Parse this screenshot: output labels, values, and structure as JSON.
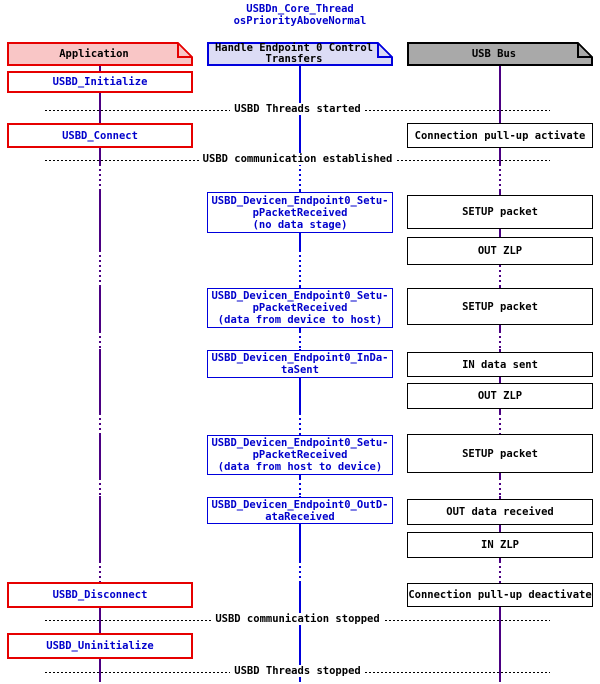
{
  "title": {
    "line1": "USBDn_Core_Thread",
    "line2": "osPriorityAboveNormal"
  },
  "participants": [
    {
      "label": "Application"
    },
    {
      "label": "Handle Endpoint 0 Control\nTransfers"
    },
    {
      "label": "USB Bus"
    }
  ],
  "app_calls": [
    {
      "label": "USBD_Initialize"
    },
    {
      "label": "USBD_Connect"
    },
    {
      "label": "USBD_Disconnect"
    },
    {
      "label": "USBD_Uninitialize"
    }
  ],
  "thread_events": [
    {
      "label": "USBD_Devicen_Endpoint0_Setu-\npPacketReceived\n(no data stage)"
    },
    {
      "label": "USBD_Devicen_Endpoint0_Setu-\npPacketReceived\n(data from device to host)"
    },
    {
      "label": "USBD_Devicen_Endpoint0_InDa-\ntaSent"
    },
    {
      "label": "USBD_Devicen_Endpoint0_Setu-\npPacketReceived\n(data from host to device)"
    },
    {
      "label": "USBD_Devicen_Endpoint0_OutD-\nataReceived"
    }
  ],
  "bus_events": [
    {
      "label": "Connection pull-up activate"
    },
    {
      "label": "SETUP packet"
    },
    {
      "label": "OUT ZLP"
    },
    {
      "label": "SETUP packet"
    },
    {
      "label": "IN data sent"
    },
    {
      "label": "OUT ZLP"
    },
    {
      "label": "SETUP packet"
    },
    {
      "label": "OUT data received"
    },
    {
      "label": "IN ZLP"
    },
    {
      "label": "Connection pull-up deactivate"
    }
  ],
  "messages": [
    {
      "label": "USBD Threads started"
    },
    {
      "label": "USBD communication established"
    },
    {
      "label": "USBD communication stopped"
    },
    {
      "label": "USBD Threads stopped"
    }
  ],
  "colors": {
    "red_border": "#e60000",
    "pink_fill": "#f9c6c6",
    "blue_text": "#0000cc",
    "blue_border": "#0000dd",
    "lavender_fill": "#dcdcf5",
    "gray_fill": "#a9a9a9",
    "lifeline_purple": "#4b0082",
    "black": "#000000"
  }
}
